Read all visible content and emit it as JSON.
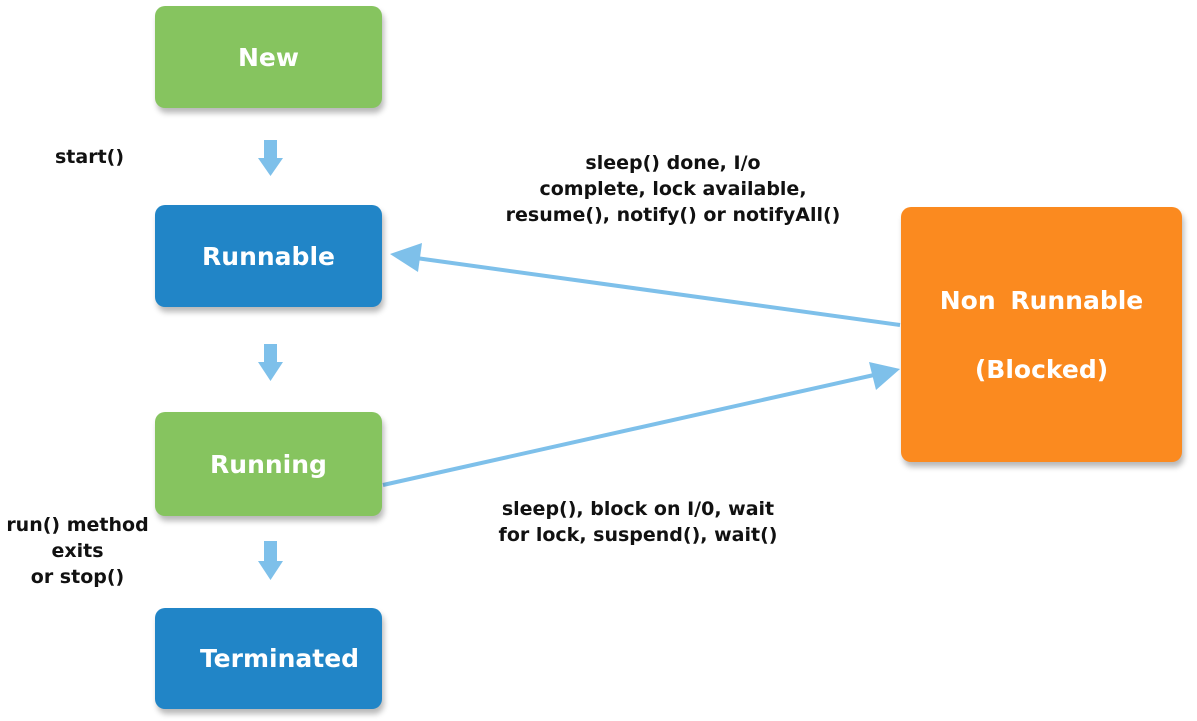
{
  "colors": {
    "green_state": "#86c45f",
    "blue_state": "#2185c7",
    "orange_state": "#fb8a1f",
    "arrow": "#7ec0ea",
    "label_text": "#111111"
  },
  "states": {
    "new": "New",
    "runnable": "Runnable",
    "running": "Running",
    "terminated": "Terminated",
    "non_runnable_line1": "Non Runnable",
    "non_runnable_line2": "(Blocked)"
  },
  "transitions": {
    "start": "start()",
    "wakeup": "sleep() done, I/o\ncomplete, lock available,\nresume(), notify() or notifyAll()",
    "block": "sleep(), block on I/0, wait\nfor lock, suspend(), wait()",
    "exit": "run() method\nexits\nor stop()"
  }
}
